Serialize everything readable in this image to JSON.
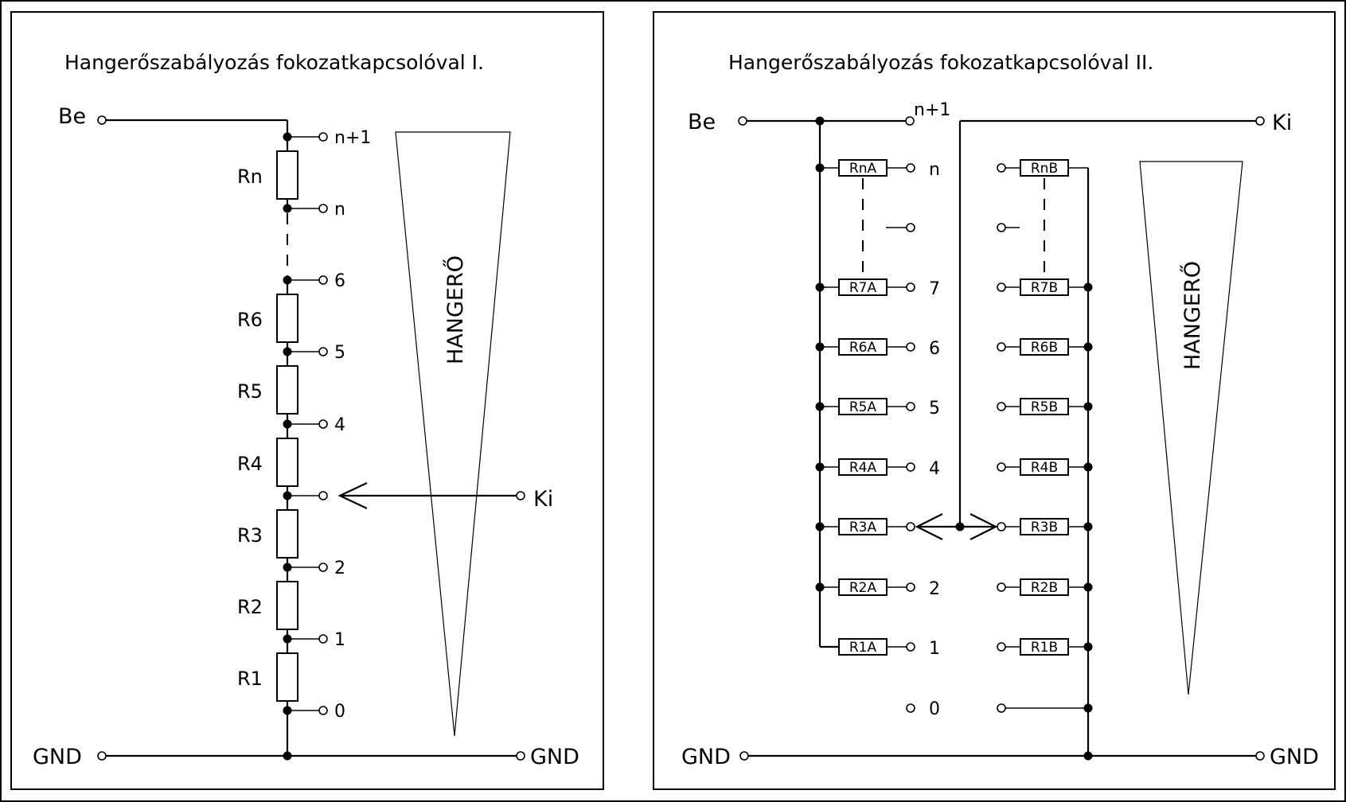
{
  "panel_left": {
    "title": "Hangerőszabályozás fokozatkapcsolóval I.",
    "input_label": "Be",
    "output_label": "Ki",
    "gnd_left": "GND",
    "gnd_right": "GND",
    "volume_label": "HANGERŐ",
    "resistors": [
      "Rn",
      "R6",
      "R5",
      "R4",
      "R3",
      "R2",
      "R1"
    ],
    "taps": [
      "n+1",
      "n",
      "6",
      "5",
      "4",
      "2",
      "1",
      "0"
    ]
  },
  "panel_right": {
    "title": "Hangerőszabályozás fokozatkapcsolóval II.",
    "input_label": "Be",
    "output_label": "Ki",
    "gnd_left": "GND",
    "gnd_right": "GND",
    "volume_label": "HANGERŐ",
    "resistors_a": [
      "RnA",
      "R7A",
      "R6A",
      "R5A",
      "R4A",
      "R3A",
      "R2A",
      "R1A"
    ],
    "resistors_b": [
      "RnB",
      "R7B",
      "R6B",
      "R5B",
      "R4B",
      "R3B",
      "R2B",
      "R1B"
    ],
    "taps": [
      "n+1",
      "n",
      "7",
      "6",
      "5",
      "4",
      "2",
      "1",
      "0"
    ]
  }
}
